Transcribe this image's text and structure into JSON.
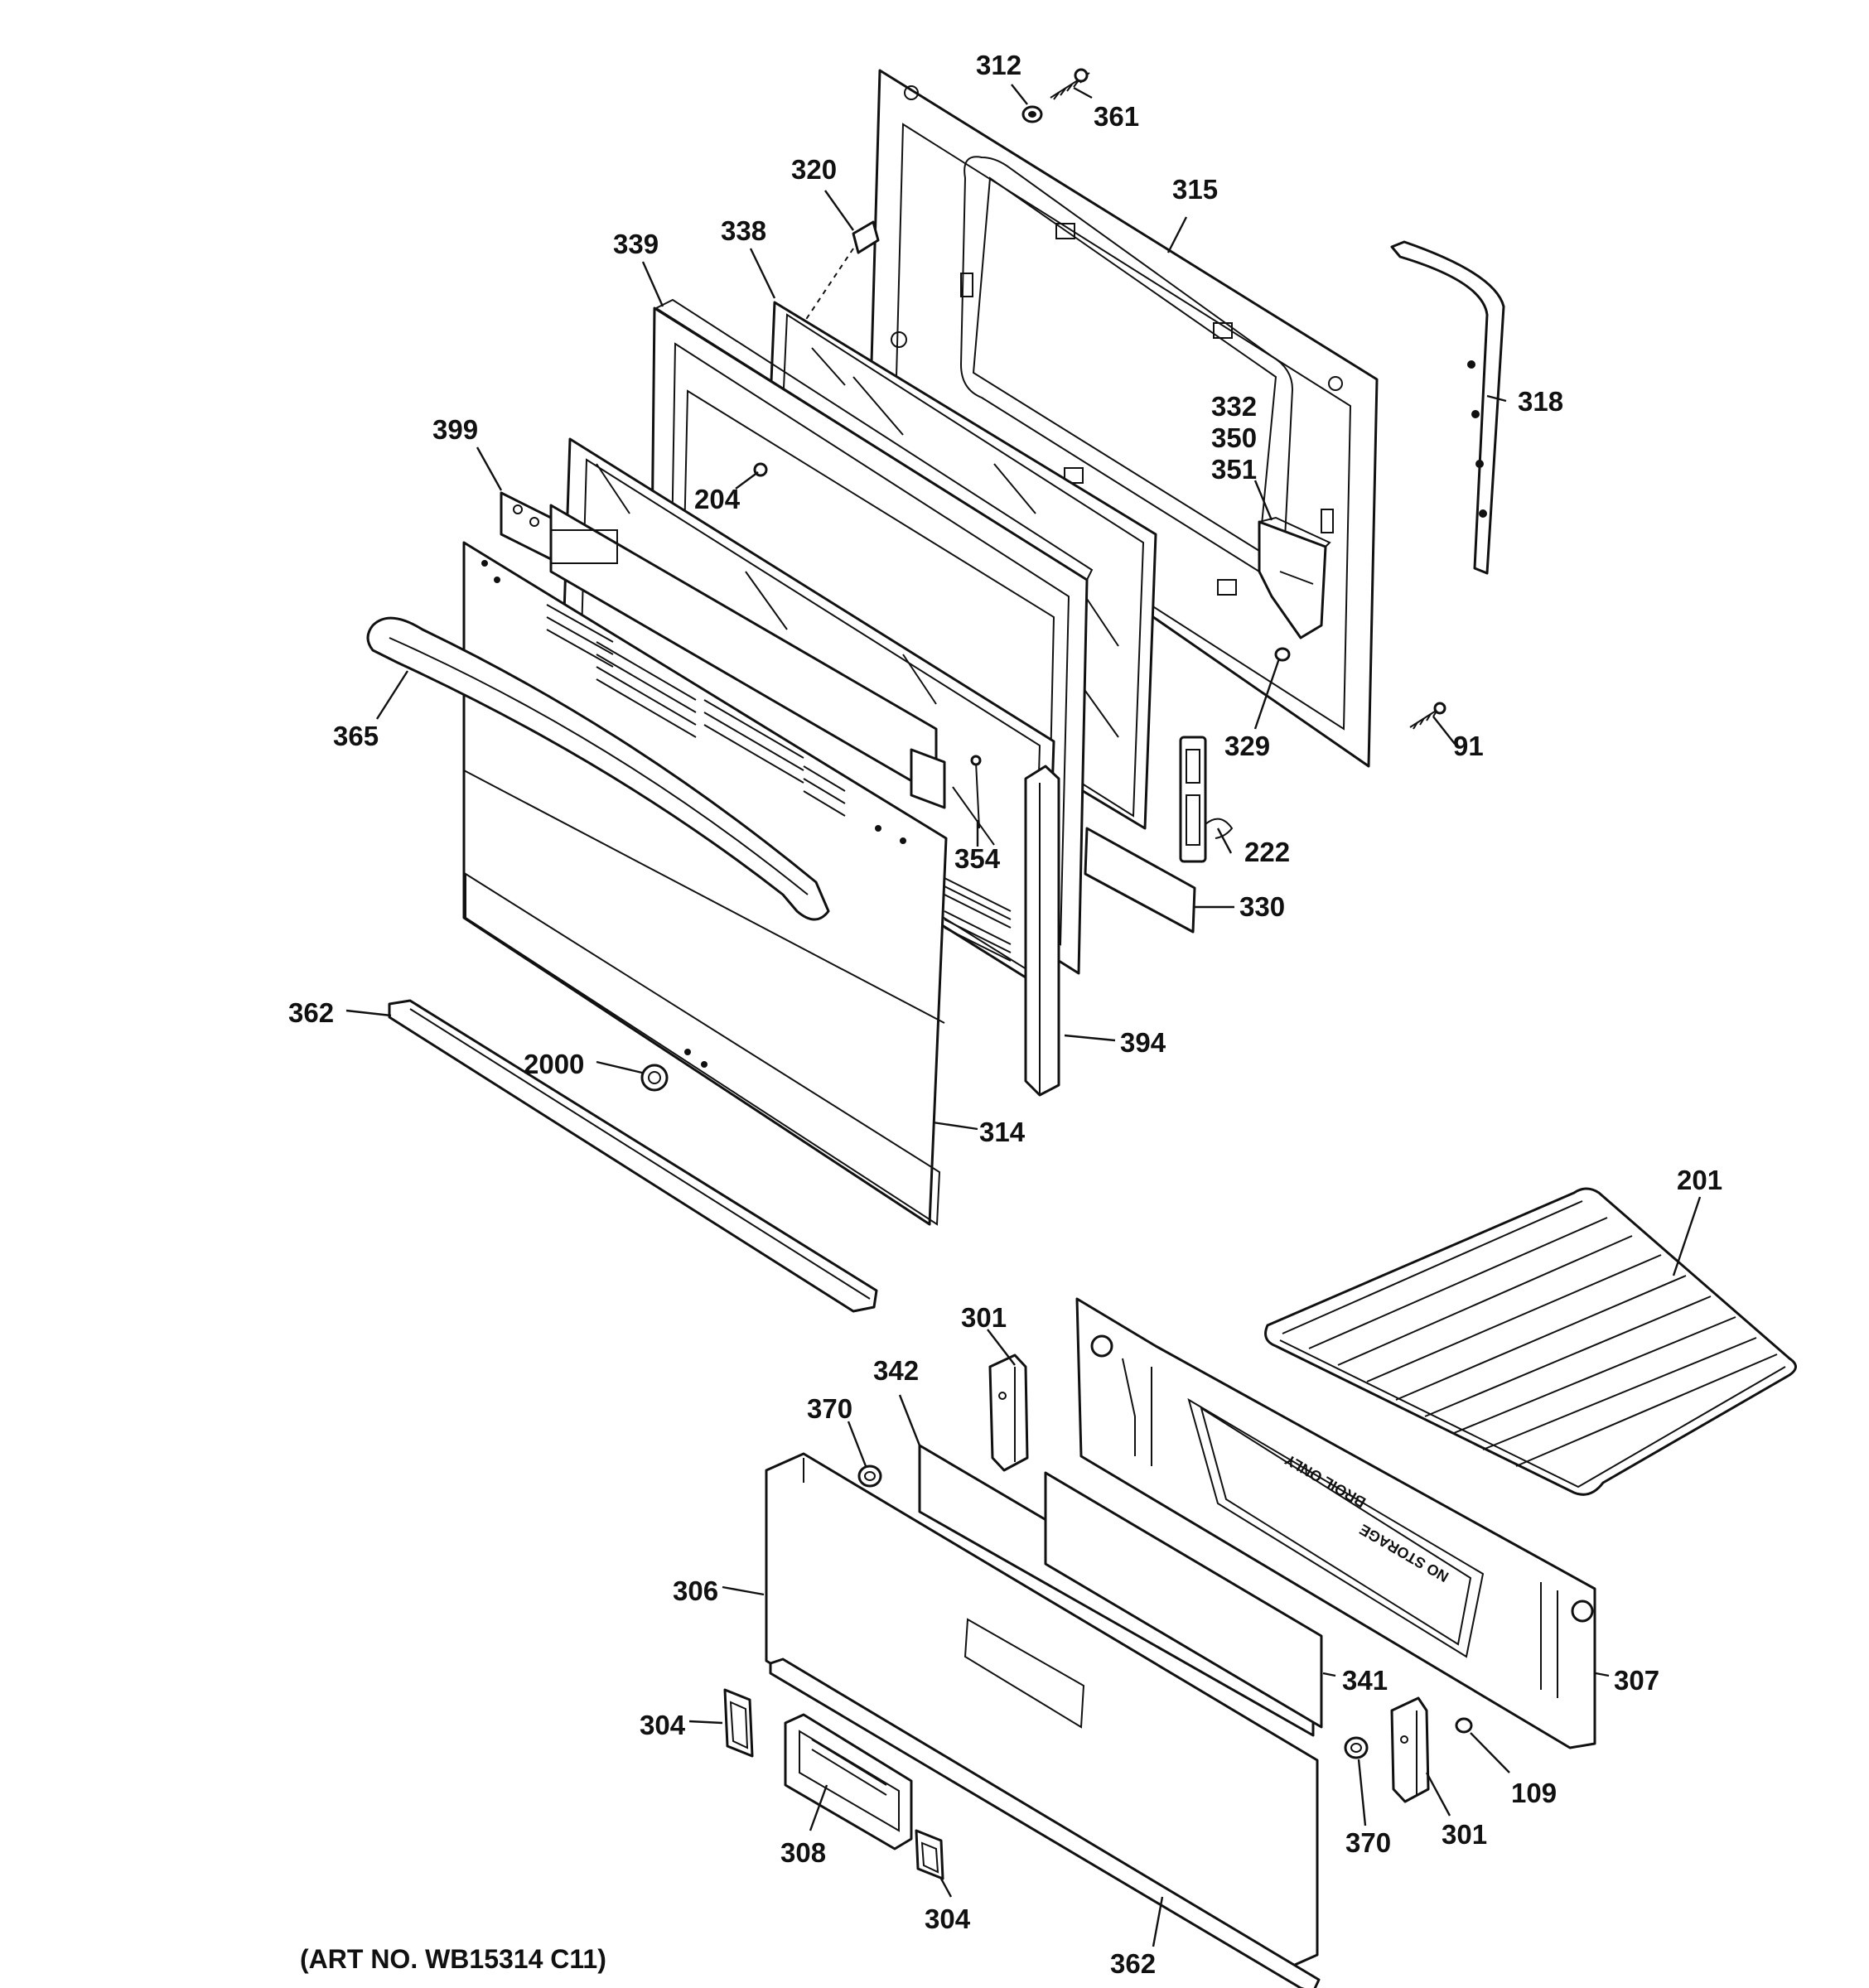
{
  "diagram": {
    "callouts": [
      "312",
      "361",
      "320",
      "315",
      "339",
      "338",
      "318",
      "332",
      "350",
      "351",
      "399",
      "204",
      "365",
      "329",
      "91",
      "222",
      "354",
      "330",
      "362",
      "2000",
      "394",
      "314",
      "201",
      "301",
      "342",
      "370",
      "306",
      "341",
      "307",
      "304",
      "308",
      "109"
    ],
    "caption": "(ART NO. WB15314 C11)",
    "embossed": {
      "line1": "BROIL ONLY",
      "line2": "NO STORAGE"
    }
  }
}
